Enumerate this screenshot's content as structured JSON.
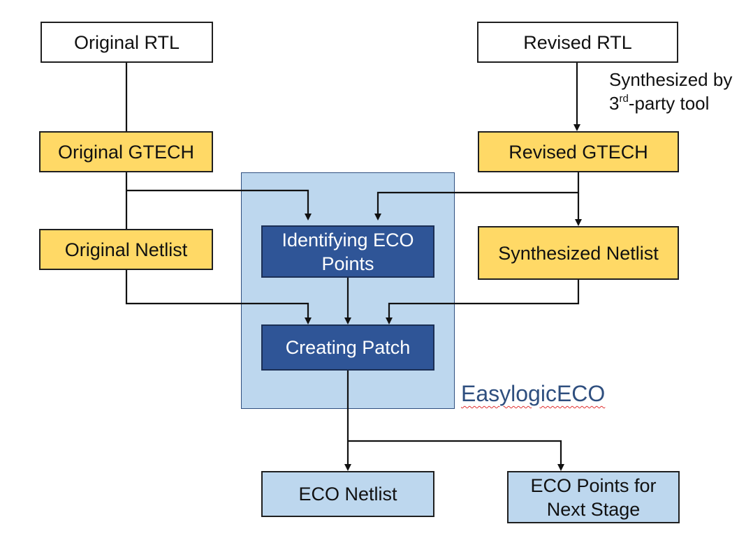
{
  "diagram": {
    "nodes": {
      "original_rtl": "Original RTL",
      "revised_rtl": "Revised RTL",
      "original_gtech": "Original GTECH",
      "revised_gtech": "Revised GTECH",
      "original_netlist": "Original Netlist",
      "synthesized_netlist": "Synthesized Netlist",
      "identifying_eco_points": "Identifying ECO Points",
      "creating_patch": "Creating Patch",
      "eco_netlist": "ECO Netlist",
      "eco_points_next_stage": "ECO Points for Next Stage"
    },
    "synth_note": {
      "prefix": "Synthesized by",
      "number": "3",
      "superscript": "rd",
      "suffix": "-party tool"
    },
    "region_label": "EasylogicECO",
    "colors": {
      "gtech_netlist_fill": "#ffd966",
      "eco_step_fill": "#2f5597",
      "eco_region_fill": "#bdd7ee",
      "output_fill": "#bdd7ee",
      "wavy_underline": "#e03030"
    }
  }
}
